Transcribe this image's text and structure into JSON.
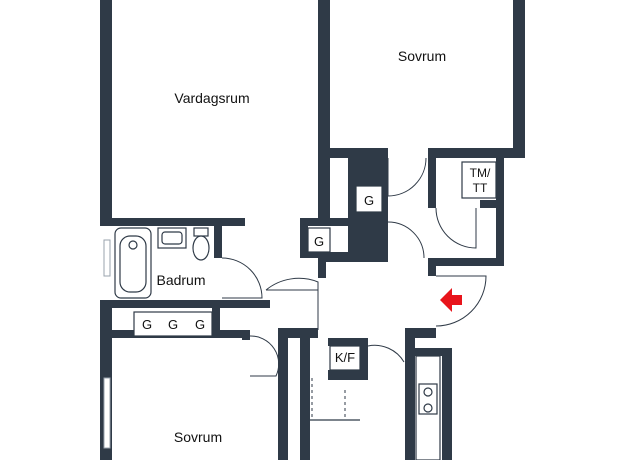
{
  "rooms": {
    "vardagsrum": "Vardagsrum",
    "sovrum_top": "Sovrum",
    "badrum": "Badrum",
    "sovrum_bottom": "Sovrum"
  },
  "closets": {
    "g_upper": "G",
    "g_small": "G",
    "g_row_1": "G",
    "g_row_2": "G",
    "g_row_3": "G",
    "kf": "K/F",
    "tm_line1": "TM/",
    "tm_line2": "TT"
  },
  "colors": {
    "wall": "#2f3a47",
    "entrance_arrow": "#e8141b"
  },
  "icons": {
    "entrance": "entrance-arrow-icon"
  }
}
